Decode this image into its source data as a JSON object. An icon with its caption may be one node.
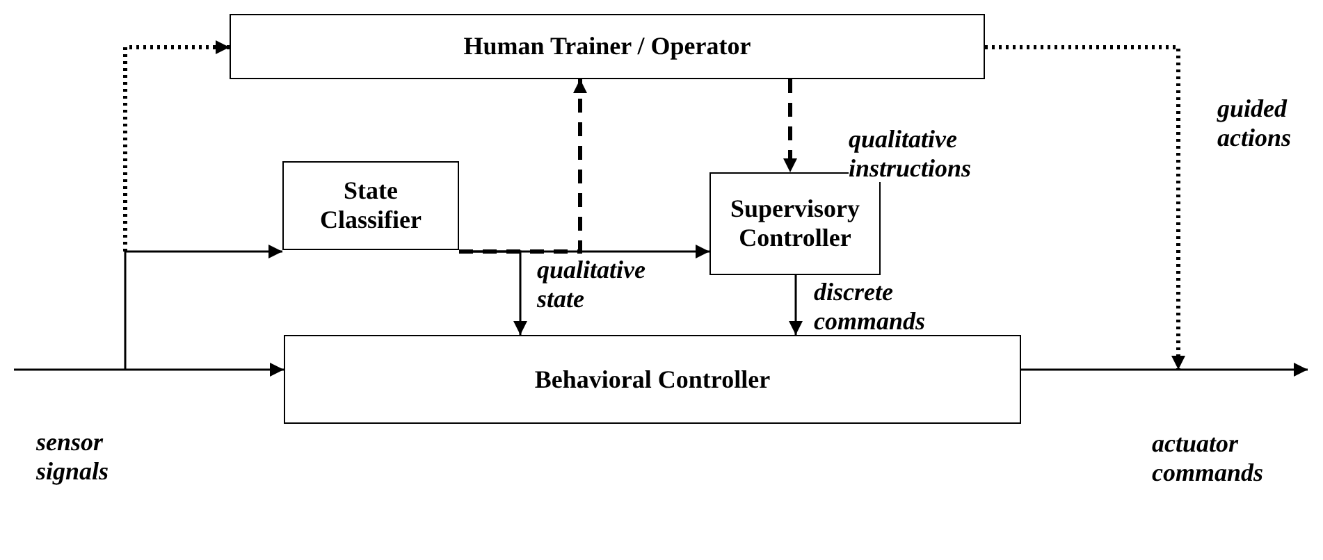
{
  "diagram": {
    "nodes": [
      {
        "text": [
          "Human Trainer / Operator"
        ]
      },
      {
        "text": [
          "State Classifier"
        ]
      },
      {
        "text": [
          "Supervisory Controller"
        ]
      },
      {
        "text": [
          "Behavioral Controller"
        ]
      }
    ],
    "edges": [
      {
        "from": null,
        "to": 3,
        "arrow": "to",
        "label": "sensor signals"
      },
      {
        "from": null,
        "to": 1,
        "arrow": "to"
      },
      {
        "from": null,
        "to": 0,
        "arrow": "to",
        "style": "dashed"
      },
      {
        "from": 1,
        "to": 2,
        "arrow": "to",
        "label": "qualitative state"
      },
      {
        "from": 1,
        "to": 0,
        "arrow": "to",
        "style": "dashed"
      },
      {
        "from": 1,
        "to": 3,
        "arrow": "to"
      },
      {
        "from": 0,
        "to": 2,
        "arrow": "to",
        "style": "dashed",
        "label": "qualitative instructions"
      },
      {
        "from": 2,
        "to": 3,
        "arrow": "to",
        "label": "discrete commands"
      },
      {
        "from": 0,
        "to": null,
        "arrow": "to",
        "style": "dashed",
        "label": "guided actions"
      },
      {
        "from": 3,
        "to": null,
        "arrow": "to",
        "label": "actuator commands"
      }
    ]
  }
}
